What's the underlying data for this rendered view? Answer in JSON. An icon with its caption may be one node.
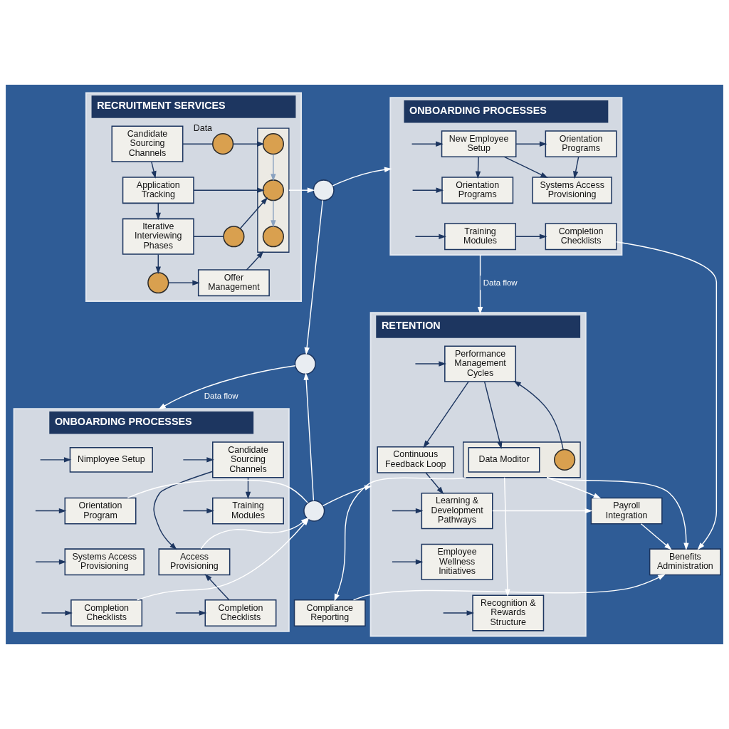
{
  "diagram": {
    "nodes": [
      {
        "text": [
          "RECRUITMENT SERVICES"
        ]
      },
      {
        "text": [
          "Candidate Sourcing Channels"
        ],
        "in": 0
      },
      {
        "text": [
          "Application Tracking"
        ],
        "in": 0
      },
      {
        "text": [
          "Iterative Interviewing Phases"
        ],
        "in": 0
      },
      {
        "text": [
          "Offer Management"
        ],
        "in": 0
      },
      {
        "text": [],
        "shape": "box",
        "in": 0
      },
      {
        "text": [],
        "shape": "circle",
        "in": 5
      },
      {
        "text": [],
        "shape": "circle",
        "in": 5
      },
      {
        "text": [],
        "shape": "circle",
        "in": 5
      },
      {
        "text": [],
        "shape": "circle",
        "beside": [
          "Data"
        ],
        "in": 0
      },
      {
        "text": [],
        "shape": "circle",
        "in": 0
      },
      {
        "text": [],
        "shape": "circle",
        "in": 0
      },
      {
        "text": [
          "ONBOARDING PROCESSES"
        ]
      },
      {
        "text": [
          "New Employee Setup"
        ],
        "in": 12
      },
      {
        "text": [
          "Orientation Programs"
        ],
        "in": 12
      },
      {
        "text": [
          "Training Modules"
        ],
        "in": 12
      },
      {
        "text": [
          "Orientation Programs"
        ],
        "in": 12
      },
      {
        "text": [
          "Systems Access Provisioning"
        ],
        "in": 12
      },
      {
        "text": [
          "Completion Checklists"
        ],
        "in": 12
      },
      {
        "text": [],
        "shape": "circle"
      },
      {
        "text": [
          "RETENTION"
        ]
      },
      {
        "text": [
          "Performance Management Cycles"
        ],
        "in": 20
      },
      {
        "text": [
          "Continuous Feedback Loop"
        ],
        "in": 20
      },
      {
        "text": [
          "Learning & Development Pathways"
        ],
        "in": 20
      },
      {
        "text": [
          "Employee Wellness Initiatives"
        ],
        "in": 20
      },
      {
        "text": [
          "Recognition & Rewards Structure"
        ],
        "in": 20
      },
      {
        "text": [],
        "shape": "box",
        "in": 20
      },
      {
        "text": [],
        "shape": "circle",
        "in": 26
      },
      {
        "text": [
          "Data Moditor"
        ],
        "in": 26
      },
      {
        "text": [
          "Payroll Integration"
        ]
      },
      {
        "text": [
          "Benefits Administration"
        ]
      },
      {
        "text": [
          "Compliance Reporting"
        ]
      },
      {
        "text": [],
        "shape": "circle"
      },
      {
        "text": [
          "ONBOARDING PROCESSES"
        ]
      },
      {
        "text": [
          "Candidate Sourcing Channels"
        ],
        "in": 33
      },
      {
        "text": [
          "Training Modules"
        ],
        "in": 33
      },
      {
        "text": [
          "Systems Access Provisioning"
        ],
        "in": 33
      },
      {
        "text": [
          "Completion Checklists"
        ],
        "in": 33
      },
      {
        "text": [
          "Nimployee Setup"
        ],
        "in": 33
      },
      {
        "text": [
          "Orientation Program"
        ],
        "in": 33
      },
      {
        "text": [
          "Access Provisioning"
        ],
        "in": 33
      },
      {
        "text": [
          "Completion Checklists"
        ],
        "in": 33
      },
      {
        "text": [],
        "shape": "circle"
      }
    ],
    "edges": [
      {
        "from": 1,
        "to": 9,
        "arrow": "none"
      },
      {
        "from": 9,
        "to": 6,
        "arrow": "to"
      },
      {
        "from": 1,
        "to": 2,
        "arrow": "to"
      },
      {
        "from": 2,
        "to": 3,
        "arrow": "to"
      },
      {
        "from": 2,
        "to": 7,
        "arrow": "to"
      },
      {
        "from": 3,
        "to": 10,
        "arrow": "none"
      },
      {
        "from": 10,
        "to": 7,
        "arrow": "to"
      },
      {
        "from": 3,
        "to": 11,
        "arrow": "to"
      },
      {
        "from": 11,
        "to": 4,
        "arrow": "to"
      },
      {
        "from": 4,
        "to": 5,
        "arrow": "to"
      },
      {
        "from": 6,
        "to": 7,
        "arrow": "to",
        "color": "#8aa2c0"
      },
      {
        "from": 7,
        "to": 8,
        "arrow": "to",
        "color": "#8aa2c0"
      },
      {
        "from": 5,
        "to": 19,
        "arrow": "to",
        "color": "#ffffff"
      },
      {
        "from": 19,
        "to": 12,
        "arrow": "to",
        "color": "#ffffff"
      },
      {
        "from": 19,
        "to": 32,
        "arrow": "to",
        "color": "#ffffff"
      },
      {
        "from": 32,
        "to": 33,
        "arrow": "to",
        "label": "Data flow",
        "color": "#ffffff"
      },
      {
        "from": null,
        "to": 13,
        "arrow": "to"
      },
      {
        "from": null,
        "to": 14,
        "arrow": "to"
      },
      {
        "from": null,
        "to": 15,
        "arrow": "to"
      },
      {
        "from": 13,
        "to": 14,
        "arrow": "to"
      },
      {
        "from": 13,
        "to": 17,
        "arrow": "to"
      },
      {
        "from": 13,
        "to": 16,
        "arrow": "to"
      },
      {
        "from": 16,
        "to": 17,
        "arrow": "to"
      },
      {
        "from": 15,
        "to": 18,
        "arrow": "to"
      },
      {
        "from": 12,
        "to": 20,
        "arrow": "to",
        "label": "Data flow",
        "color": "#ffffff"
      },
      {
        "from": 18,
        "to": 30,
        "arrow": "to",
        "color": "#ffffff"
      },
      {
        "from": 29,
        "to": 30,
        "arrow": "to",
        "color": "#ffffff"
      },
      {
        "from": 31,
        "to": 30,
        "arrow": "to",
        "color": "#ffffff"
      },
      {
        "from": null,
        "to": 21,
        "arrow": "to"
      },
      {
        "from": null,
        "to": 23,
        "arrow": "to"
      },
      {
        "from": null,
        "to": 24,
        "arrow": "to"
      },
      {
        "from": null,
        "to": 25,
        "arrow": "to"
      },
      {
        "from": 21,
        "to": 22,
        "arrow": "to"
      },
      {
        "from": 22,
        "to": 23,
        "arrow": "to"
      },
      {
        "from": 27,
        "to": 21,
        "arrow": "to"
      },
      {
        "from": 21,
        "to": 28,
        "arrow": "to"
      },
      {
        "from": 26,
        "to": 29,
        "arrow": "to",
        "color": "#ffffff"
      },
      {
        "from": 23,
        "to": 29,
        "arrow": "to",
        "color": "#ffffff"
      },
      {
        "from": 26,
        "to": 30,
        "arrow": "to",
        "color": "#ffffff"
      },
      {
        "from": 26,
        "to": 31,
        "arrow": "to",
        "color": "#ffffff"
      },
      {
        "from": 26,
        "to": 25,
        "arrow": "to",
        "color": "#ffffff"
      },
      {
        "from": null,
        "to": 34,
        "arrow": "to"
      },
      {
        "from": null,
        "to": 35,
        "arrow": "to"
      },
      {
        "from": null,
        "to": 36,
        "arrow": "to"
      },
      {
        "from": null,
        "to": 37,
        "arrow": "to"
      },
      {
        "from": 34,
        "to": 35,
        "arrow": "to"
      },
      {
        "from": 34,
        "to": 40,
        "arrow": "to"
      },
      {
        "from": 37,
        "to": 40,
        "arrow": "to"
      },
      {
        "from": null,
        "to": 38,
        "arrow": "to"
      },
      {
        "from": null,
        "to": 39,
        "arrow": "to"
      },
      {
        "from": null,
        "to": 41,
        "arrow": "to"
      },
      {
        "from": 39,
        "to": 42,
        "arrow": "none",
        "color": "#ffffff"
      },
      {
        "from": 40,
        "to": 42,
        "arrow": "to",
        "color": "#ffffff"
      },
      {
        "from": 41,
        "to": 42,
        "arrow": "to",
        "color": "#ffffff"
      },
      {
        "from": 42,
        "to": 32,
        "arrow": "to",
        "color": "#ffffff"
      },
      {
        "from": 42,
        "to": 20,
        "arrow": "to",
        "color": "#ffffff"
      }
    ]
  }
}
